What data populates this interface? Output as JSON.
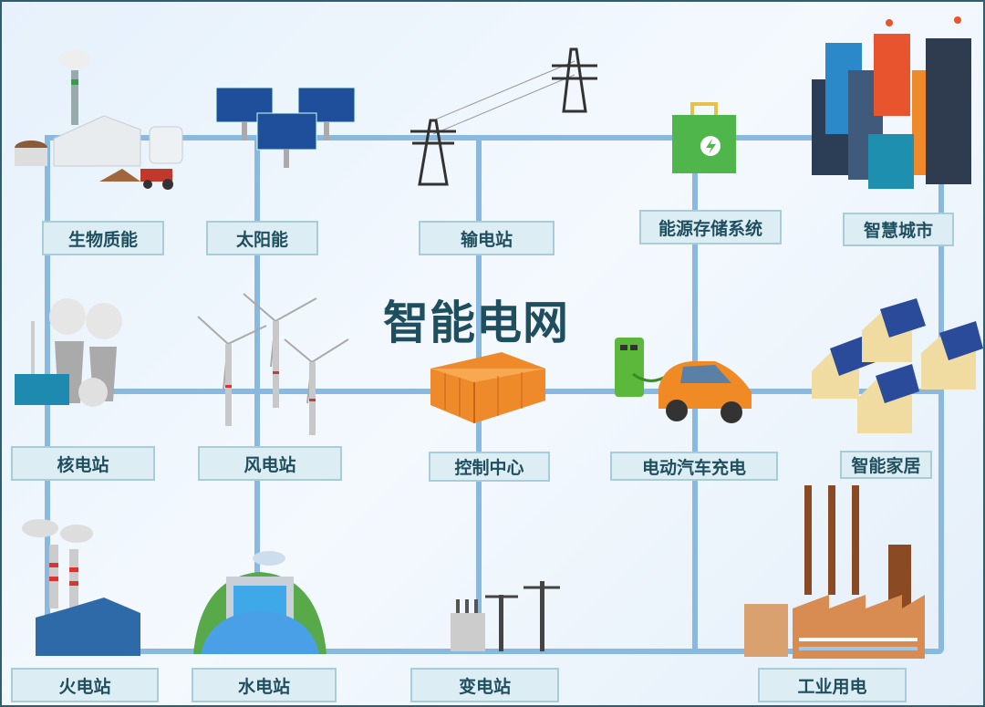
{
  "title": "智能电网",
  "nodes": {
    "biomass": "生物质能",
    "solar": "太阳能",
    "transmission": "输电站",
    "storage": "能源存储系统",
    "smart_city": "智慧城市",
    "nuclear": "核电站",
    "wind": "风电站",
    "control": "控制中心",
    "ev_charging": "电动汽车充电",
    "smart_home": "智能家居",
    "thermal": "火电站",
    "hydro": "水电站",
    "substation": "变电站",
    "industrial": "工业用电"
  },
  "colors": {
    "line": "#8ab9df",
    "title": "#1f4e5f",
    "label_bg": "#dcedf3",
    "border": "#2f5f6e"
  }
}
